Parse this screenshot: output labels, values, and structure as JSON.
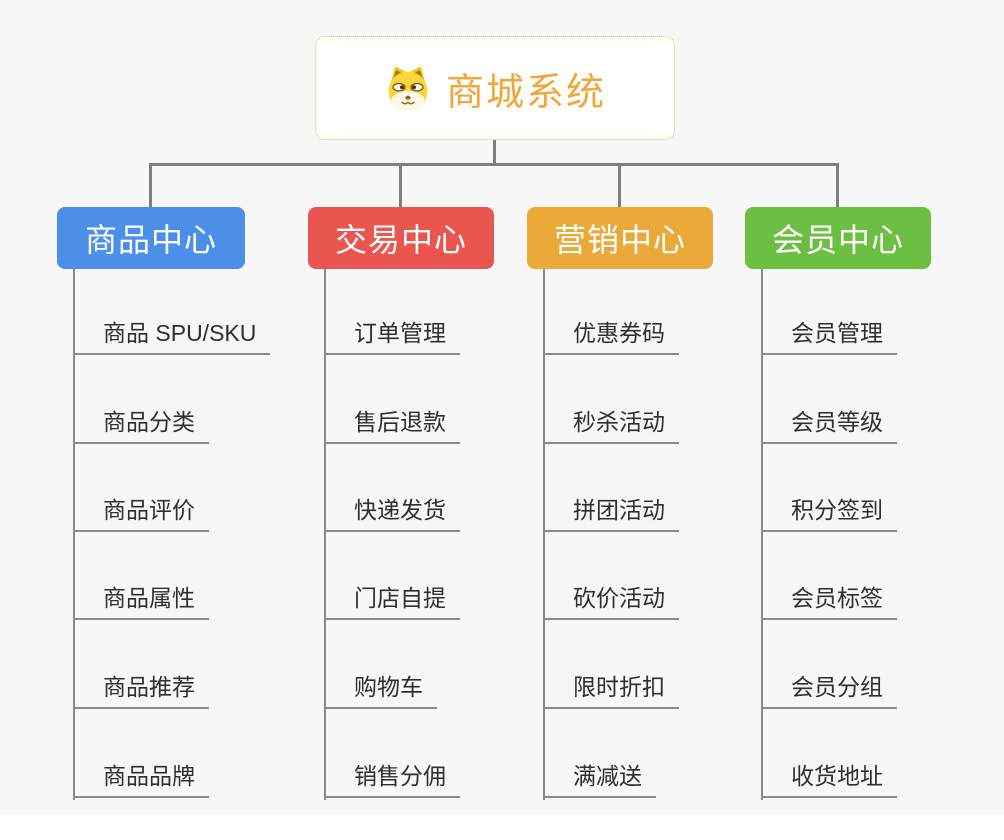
{
  "root": {
    "title": "商城系统"
  },
  "colors": {
    "canvas_bg": "#F7F7F7",
    "line": "#7F7F7F",
    "underline": "#8A8A8A",
    "leaf_text": "#2F2F2F",
    "root_text": "#F0A73C",
    "root_border": "#EFB257"
  },
  "branches": [
    {
      "label": "商品中心",
      "color": "#4B8FE8",
      "items": [
        "商品 SPU/SKU",
        "商品分类",
        "商品评价",
        "商品属性",
        "商品推荐",
        "商品品牌"
      ]
    },
    {
      "label": "交易中心",
      "color": "#E9564F",
      "items": [
        "订单管理",
        "售后退款",
        "快递发货",
        "门店自提",
        "购物车",
        "销售分佣"
      ]
    },
    {
      "label": "营销中心",
      "color": "#EAA938",
      "items": [
        "优惠券码",
        "秒杀活动",
        "拼团活动",
        "砍价活动",
        "限时折扣",
        "满减送"
      ]
    },
    {
      "label": "会员中心",
      "color": "#6DBF43",
      "items": [
        "会员管理",
        "会员等级",
        "积分签到",
        "会员标签",
        "会员分组",
        "收货地址"
      ]
    }
  ]
}
